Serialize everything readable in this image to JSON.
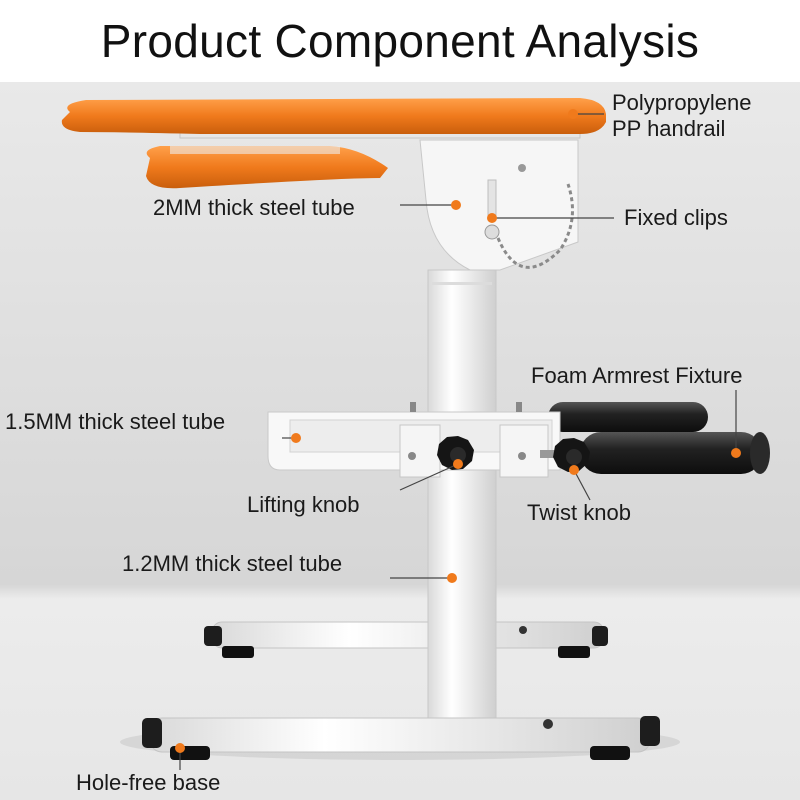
{
  "title": "Product Component Analysis",
  "colors": {
    "accent": "#f07a1c",
    "steel": "#f4f4f4",
    "foam": "#1c1c1c",
    "background": "#dcdcdc"
  },
  "labels": {
    "handrail_line1": "Polypropylene",
    "handrail_line2": "PP handrail",
    "tube_2mm": "2MM thick steel tube",
    "fixed_clips": "Fixed clips",
    "foam_fixture": "Foam Armrest Fixture",
    "tube_15mm": "1.5MM thick steel tube",
    "lifting_knob": "Lifting knob",
    "twist_knob": "Twist knob",
    "tube_12mm": "1.2MM thick steel tube",
    "base": "Hole-free base"
  }
}
